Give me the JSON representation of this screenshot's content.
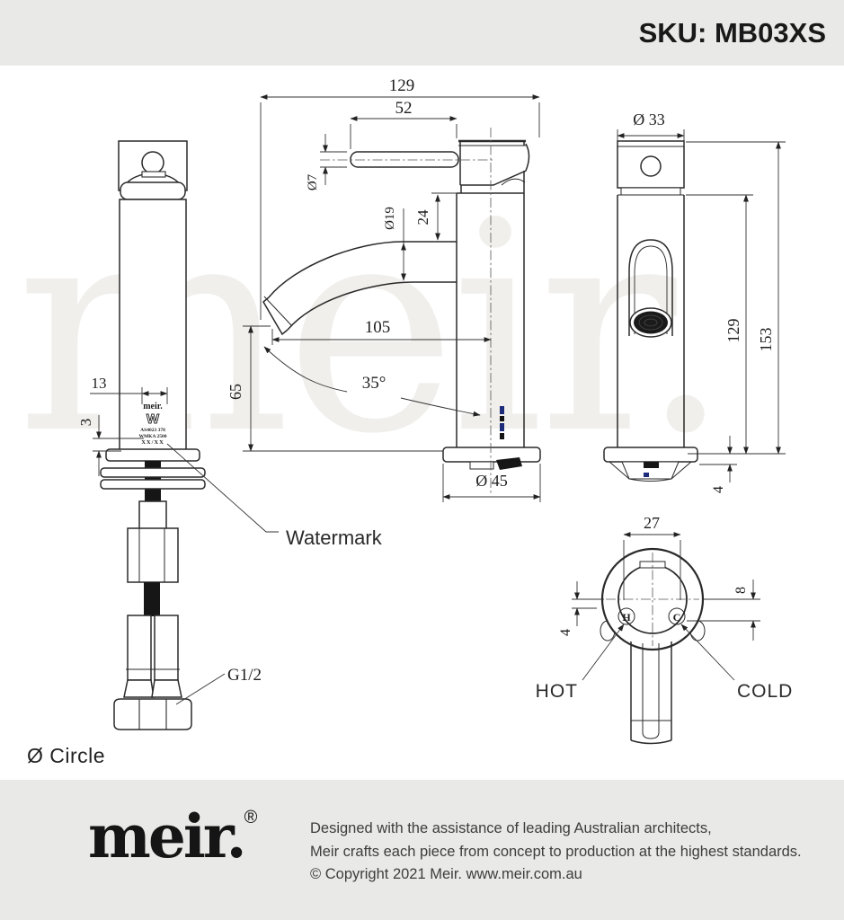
{
  "header": {
    "sku": "SKU: MB03XS"
  },
  "watermark": {
    "text": "meir."
  },
  "drawing": {
    "front": {
      "dim_logo_width": "13",
      "dim_base_thickness": "3",
      "thread_label": "G1/2",
      "watermark_callout": "Watermark",
      "cert_brand": "meir.",
      "cert_mark": "W",
      "cert_line1": "AS4023 378",
      "cert_line2": "WMKA 2500",
      "cert_line3": "XX/XX"
    },
    "side": {
      "dim_overall_reach": "129",
      "dim_handle_length": "52",
      "dim_handle_dia": "Ø7",
      "dim_spout_dia": "Ø19",
      "dim_spout_drop": "24",
      "dim_spout_reach": "105",
      "dim_spout_angle": "35°",
      "dim_outlet_height": "65",
      "dim_base_dia": "Ø 45"
    },
    "rear": {
      "dim_body_dia": "Ø 33",
      "dim_overall_height": "153",
      "dim_body_height": "129",
      "dim_base_lip": "4"
    },
    "plan": {
      "dim_inlet_span": "27",
      "dim_port_offset": "8",
      "dim_port_inset": "4",
      "hot_label": "HOT",
      "cold_label": "COLD",
      "hot_port": "H",
      "cold_port": "C"
    }
  },
  "legend": {
    "circle": "Ø Circle"
  },
  "footer": {
    "logo": "meir.",
    "registered": "®",
    "line1": "Designed with the assistance of leading Australian architects,",
    "line2": "Meir crafts each piece from concept to production at the highest standards.",
    "line3": "© Copyright 2021 Meir. www.meir.com.au"
  },
  "colors": {
    "band": "#e9e9e7",
    "line": "#2a2a2a",
    "watermark": "#f0efec",
    "accent_blue": "#1c2b7a"
  }
}
